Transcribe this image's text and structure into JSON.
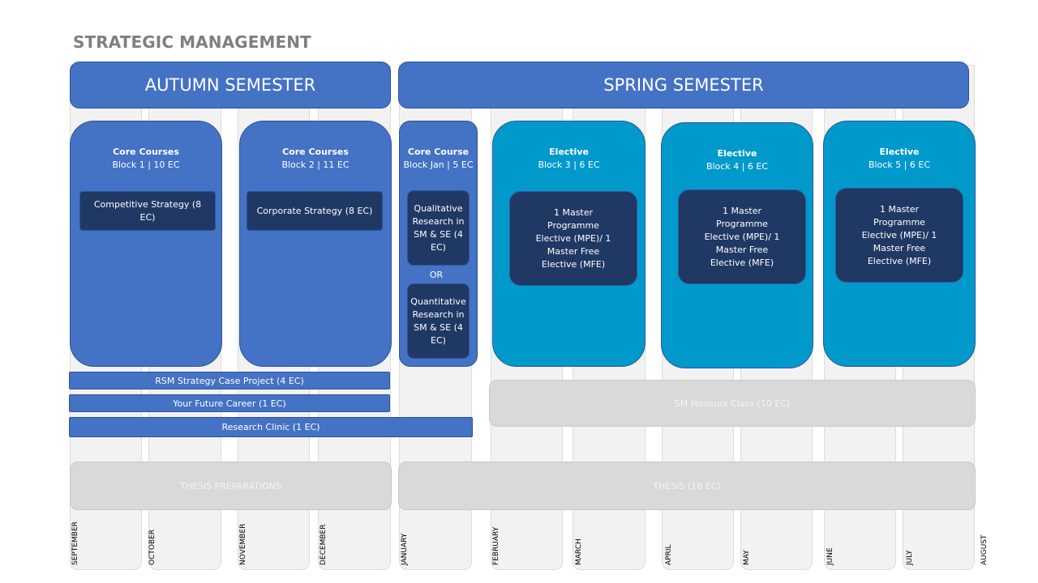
{
  "title": "STRATEGIC MANAGEMENT",
  "semesters": {
    "autumn": "AUTUMN SEMESTER",
    "spring": "SPRING SEMESTER"
  },
  "months": [
    "SEPTEMBER",
    "OCTOBER",
    "NOVEMBER",
    "DECEMBER",
    "JANUARY",
    "FEBRUARY",
    "MARCH",
    "APRIL",
    "MAY",
    "JUNE",
    "JULY",
    "AUGUST"
  ],
  "blocks": {
    "block1": {
      "title": "Core Courses",
      "sub": "Block 1 | 10 EC",
      "courses": [
        "Competitive Strategy (8 EC)"
      ]
    },
    "block2": {
      "title": "Core Courses",
      "sub": "Block 2 | 11 EC",
      "courses": [
        "Corporate Strategy (8 EC)"
      ]
    },
    "blockjan": {
      "title": "Core Course",
      "sub": "Block Jan | 5 EC",
      "courses": [
        "Qualitative Research in SM & SE (4 EC)",
        "Quantitative Research in SM & SE (4 EC)"
      ],
      "or": "OR"
    },
    "block3": {
      "title": "Elective",
      "sub": "Block 3 | 6 EC",
      "courses": [
        "1 Master Programme Elective (MPE)/ 1 Master Free Elective (MFE)"
      ]
    },
    "block4": {
      "title": "Elective",
      "sub": "Block 4 | 6 EC",
      "courses": [
        "1 Master Programme Elective (MPE)/ 1 Master Free Elective (MFE)"
      ]
    },
    "block5": {
      "title": "Elective",
      "sub": "Block 5 | 6 EC",
      "courses": [
        "1 Master Programme Elective (MPE)/ 1 Master Free Elective (MFE)"
      ]
    }
  },
  "bars": {
    "case_project": "RSM Strategy Case Project (4 EC)",
    "future_career": "Your Future Career (1 EC)",
    "research_clinic": "Research Clinic (1 EC)",
    "honours": "SM Honours Class (10 EC)",
    "thesis_prep": "THESIS PREPARATIONS",
    "thesis": "THESIS (16 EC)"
  },
  "colors": {
    "blue": "#4472c4",
    "cyan": "#0099cc",
    "navy": "#203864",
    "grey": "#d9d9d9"
  }
}
